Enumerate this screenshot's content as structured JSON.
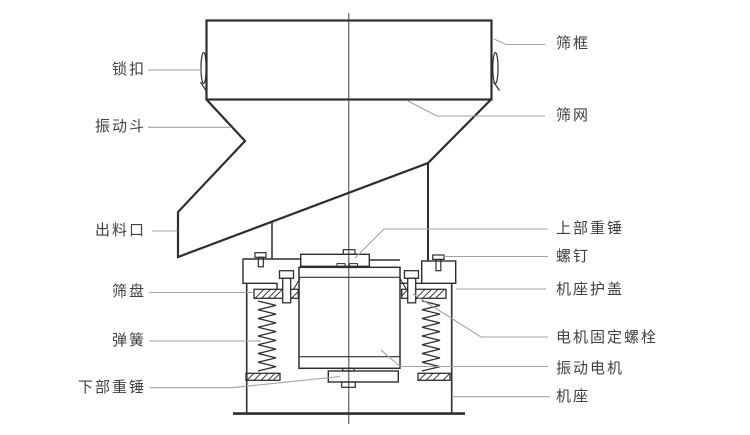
{
  "colors": {
    "background": "#ffffff",
    "line": "#2e2e2e",
    "leader": "#a3a3a3",
    "label": "#404040"
  },
  "labels": {
    "left": [
      "锁扣",
      "振动斗",
      "出料口",
      "筛盘",
      "弹簧",
      "下部重锤"
    ],
    "right": [
      "筛框",
      "筛网",
      "上部重锤",
      "螺钉",
      "机座护盖",
      "电机固定螺栓",
      "振动电机",
      "机座"
    ]
  }
}
